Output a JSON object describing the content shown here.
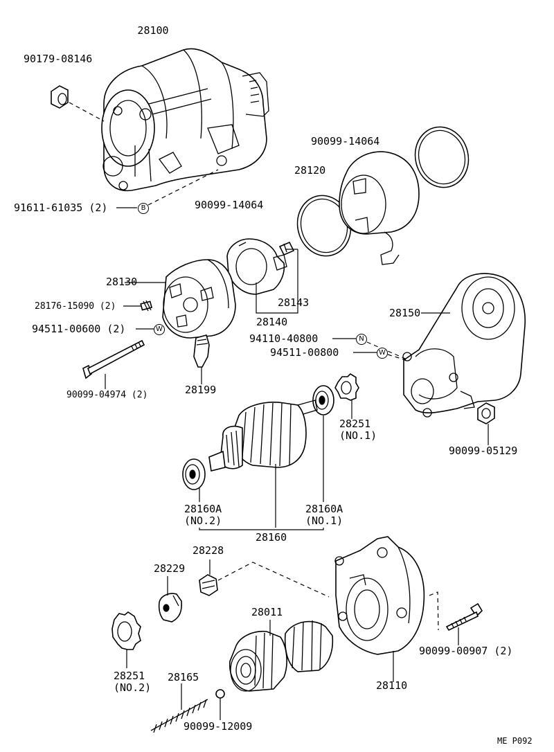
{
  "diagram": {
    "labels": {
      "p28100": "28100",
      "p90179": "90179-08146",
      "p91611": "91611-61035 (2)",
      "p90099_14064_a": "90099-14064",
      "p28120": "28120",
      "p90099_14064_b": "90099-14064",
      "p28130": "28130",
      "p28176": "28176-15090 (2)",
      "p94511_600": "94511-00600 (2)",
      "p28143": "28143",
      "p28140": "28140",
      "p28150": "28150",
      "p94110": "94110-40800",
      "p94511_800": "94511-00800",
      "p90099_04974": "90099-04974 (2)",
      "p28199": "28199",
      "p28251_1": "28251",
      "p28251_1_sub": "(NO.1)",
      "p90099_05129": "90099-05129",
      "p28160a_2": "28160A",
      "p28160a_2_sub": "(NO.2)",
      "p28160a_1": "28160A",
      "p28160a_1_sub": "(NO.1)",
      "p28160": "28160",
      "p28228": "28228",
      "p28229": "28229",
      "p28011": "28011",
      "p90099_00907": "90099-00907 (2)",
      "p28251_2": "28251",
      "p28251_2_sub": "(NO.2)",
      "p28165": "28165",
      "p90099_12009": "90099-12009",
      "p28110": "28110"
    },
    "markers": {
      "bolt_b": "B",
      "washer_w1": "W",
      "nut_n": "N",
      "washer_w2": "W"
    },
    "figure_code": "ME P092"
  }
}
